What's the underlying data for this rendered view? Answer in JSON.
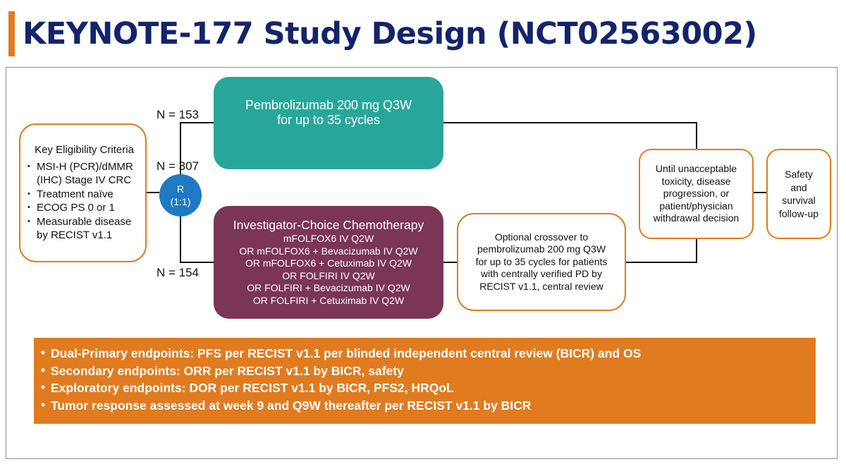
{
  "title": "KEYNOTE-177 Study Design (NCT02563002)",
  "colors": {
    "title_text": "#13246b",
    "accent_orange": "#e07b20",
    "pembro_teal": "#27a799",
    "chemo_plum": "#7b3555",
    "randomization_blue": "#1f79c4",
    "line": "#111111"
  },
  "eligibility": {
    "heading": "Key Eligibility Criteria",
    "items": [
      "MSI-H (PCR)/dMMR (IHC) Stage IV CRC",
      "Treatment naïve",
      "ECOG PS 0 or 1",
      "Measurable disease by RECIST v1.1"
    ]
  },
  "randomization": {
    "label": "R",
    "ratio": "(1:1)"
  },
  "n_labels": {
    "top": "N = 153",
    "total": "N = 307",
    "bottom": "N = 154"
  },
  "pembro_arm": {
    "line1": "Pembrolizumab 200 mg Q3W",
    "line2": "for up to 35 cycles"
  },
  "chemo_arm": {
    "heading": "Investigator-Choice Chemotherapy",
    "options": [
      "mFOLFOX6 IV Q2W",
      "OR mFOLFOX6 + Bevacizumab IV Q2W",
      "OR mFOLFOX6 + Cetuximab IV Q2W",
      "OR FOLFIRI IV Q2W",
      "OR FOLFIRI + Bevacizumab IV Q2W",
      "OR FOLFIRI + Cetuximab IV Q2W"
    ]
  },
  "crossover": {
    "lines": [
      "Optional crossover to",
      "pembrolizumab 200 mg Q3W",
      "for up to 35 cycles for patients",
      "with centrally verified PD by",
      "RECIST v1.1, central review"
    ]
  },
  "until": {
    "lines": [
      "Until unacceptable",
      "toxicity, disease",
      "progression, or",
      "patient/physician",
      "withdrawal decision"
    ]
  },
  "safety": {
    "lines": [
      "Safety",
      "and",
      "survival",
      "follow-up"
    ]
  },
  "endpoints": [
    "Dual-Primary endpoints: PFS per RECIST v1.1  per blinded independent central review (BICR) and OS",
    "Secondary endpoints: ORR per RECIST v1.1 by BICR, safety",
    "Exploratory endpoints: DOR per RECIST v1.1 by BICR, PFS2, HRQoL",
    "Tumor response assessed at week 9 and Q9W thereafter per RECIST v1.1 by BICR"
  ]
}
